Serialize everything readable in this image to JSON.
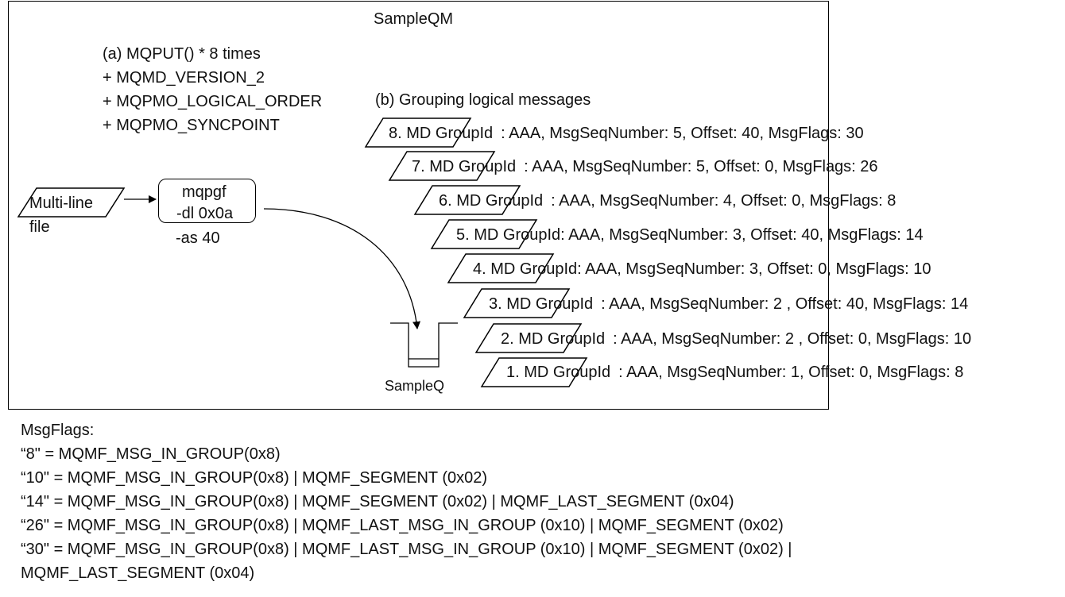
{
  "qm_title": "SampleQM",
  "put_options": {
    "line1": "(a) MQPUT() * 8 times",
    "line2": "+ MQMD_VERSION_2",
    "line3": "+ MQPMO_LOGICAL_ORDER",
    "line4": "+ MQPMO_SYNCPOINT"
  },
  "input_file": {
    "line1": "Multi-line",
    "line2": "file"
  },
  "tool": {
    "line1": "mqpgf",
    "line2": "-dl 0x0a",
    "line3": "-as 40"
  },
  "queue_label": "SampleQ",
  "grouping_title": "(b) Grouping logical messages",
  "messages": [
    {
      "text": "8. MD GroupId : AAA, MsgSeqNumber: 5, Offset: 40, MsgFlags: 30"
    },
    {
      "text": "7. MD GroupId : AAA, MsgSeqNumber: 5, Offset: 0, MsgFlags: 26"
    },
    {
      "text": "6. MD GroupId : AAA, MsgSeqNumber: 4, Offset: 0, MsgFlags: 8"
    },
    {
      "text": "5. MD GroupId: AAA, MsgSeqNumber: 3, Offset: 40, MsgFlags: 14"
    },
    {
      "text": "4. MD GroupId: AAA, MsgSeqNumber: 3, Offset: 0, MsgFlags: 10"
    },
    {
      "text": "3. MD GroupId : AAA, MsgSeqNumber: 2 , Offset: 40, MsgFlags: 14"
    },
    {
      "text": "2. MD GroupId : AAA, MsgSeqNumber: 2 , Offset: 0, MsgFlags: 10"
    },
    {
      "text": "1. MD GroupId : AAA, MsgSeqNumber: 1, Offset: 0, MsgFlags: 8"
    }
  ],
  "legend": {
    "heading": "MsgFlags:",
    "lines": [
      "“8\" = MQMF_MSG_IN_GROUP(0x8)",
      "“10\" = MQMF_MSG_IN_GROUP(0x8) | MQMF_SEGMENT (0x02)",
      "“14\" = MQMF_MSG_IN_GROUP(0x8) | MQMF_SEGMENT (0x02) | MQMF_LAST_SEGMENT (0x04)",
      "“26\" = MQMF_MSG_IN_GROUP(0x8) | MQMF_LAST_MSG_IN_GROUP (0x10) | MQMF_SEGMENT (0x02)",
      "“30\" = MQMF_MSG_IN_GROUP(0x8) | MQMF_LAST_MSG_IN_GROUP (0x10) | MQMF_SEGMENT (0x02) |",
      "MQMF_LAST_SEGMENT (0x04)"
    ]
  }
}
